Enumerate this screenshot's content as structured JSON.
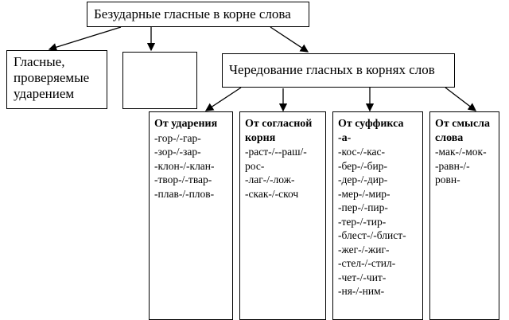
{
  "root": {
    "label": "Безударные гласные в корне слова"
  },
  "checked": {
    "label": "Гласные, проверяемые ударением"
  },
  "empty": {
    "label": ""
  },
  "alternation": {
    "label": "Чередование гласных в корнях слов"
  },
  "columns": [
    {
      "title": "От ударения",
      "items": [
        "-гор-/-гар-",
        "-зор-/-зар-",
        "-клон-/-клан-",
        "-твор-/-твар-",
        "-плав-/-плов-"
      ]
    },
    {
      "title": "От согласной корня",
      "items": [
        "-раст-/--раш/-",
        "рос-",
        "-лаг-/-лож-",
        "-скак-/-скоч"
      ]
    },
    {
      "title": "От суффикса -а-",
      "items": [
        "-кос-/-кас-",
        "-бер-/-бир-",
        "-дер-/-дир-",
        "-мер-/-мир-",
        "-пер-/-пир-",
        "-тер-/-тир-",
        "-блест-/-блист-",
        "-жег-/-жиг-",
        "-стел-/-стил-",
        "-чет-/-чит-",
        "-ня-/-ним-"
      ]
    },
    {
      "title": "От смысла слова",
      "items": [
        "-мак-/-мок-",
        "-равн-/-",
        "ровн-"
      ]
    }
  ]
}
